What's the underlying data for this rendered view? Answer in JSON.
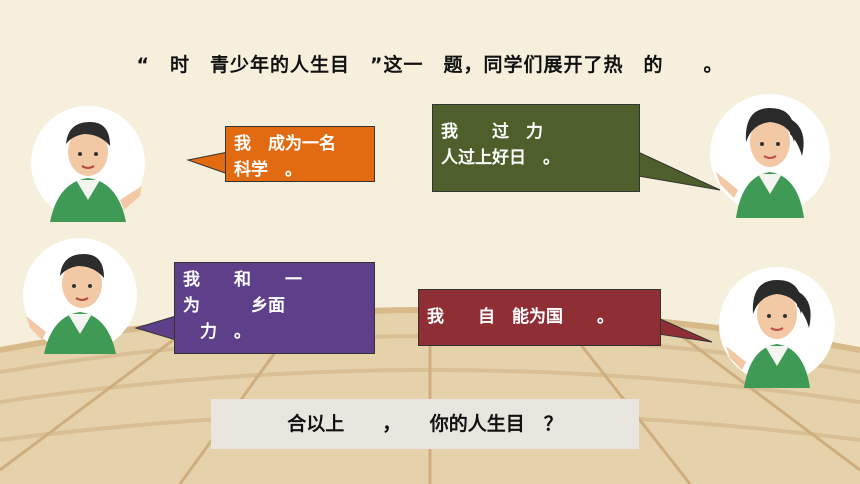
{
  "title": "“　时　青少年的人生目　”这一　题，同学们展开了热　的　　。",
  "bubbles": {
    "b1": "我　成为一名\n科学　。",
    "b2": "我　　过　力\n人过上好日　。",
    "b3": "我　　和　　一\n为　　　乡面\n　力　。",
    "b4": "我　　自　能为国　　。"
  },
  "summary": "合以上　　，　　你的人生目　？",
  "colors": {
    "background": "#f6efdc",
    "bubble_orange": "#e26a10",
    "bubble_green": "#4e5f2b",
    "bubble_purple": "#5e3f8a",
    "bubble_red": "#8f2f35",
    "summary_box": "#e9e6df",
    "uniform_green": "#3f9a55",
    "uniform_white": "#f4f4f0"
  },
  "icons": {
    "avatar_boy_1": "student-boy-icon",
    "avatar_boy_2": "student-boy-icon",
    "avatar_girl_1": "student-girl-icon",
    "avatar_girl_2": "student-girl-icon"
  }
}
